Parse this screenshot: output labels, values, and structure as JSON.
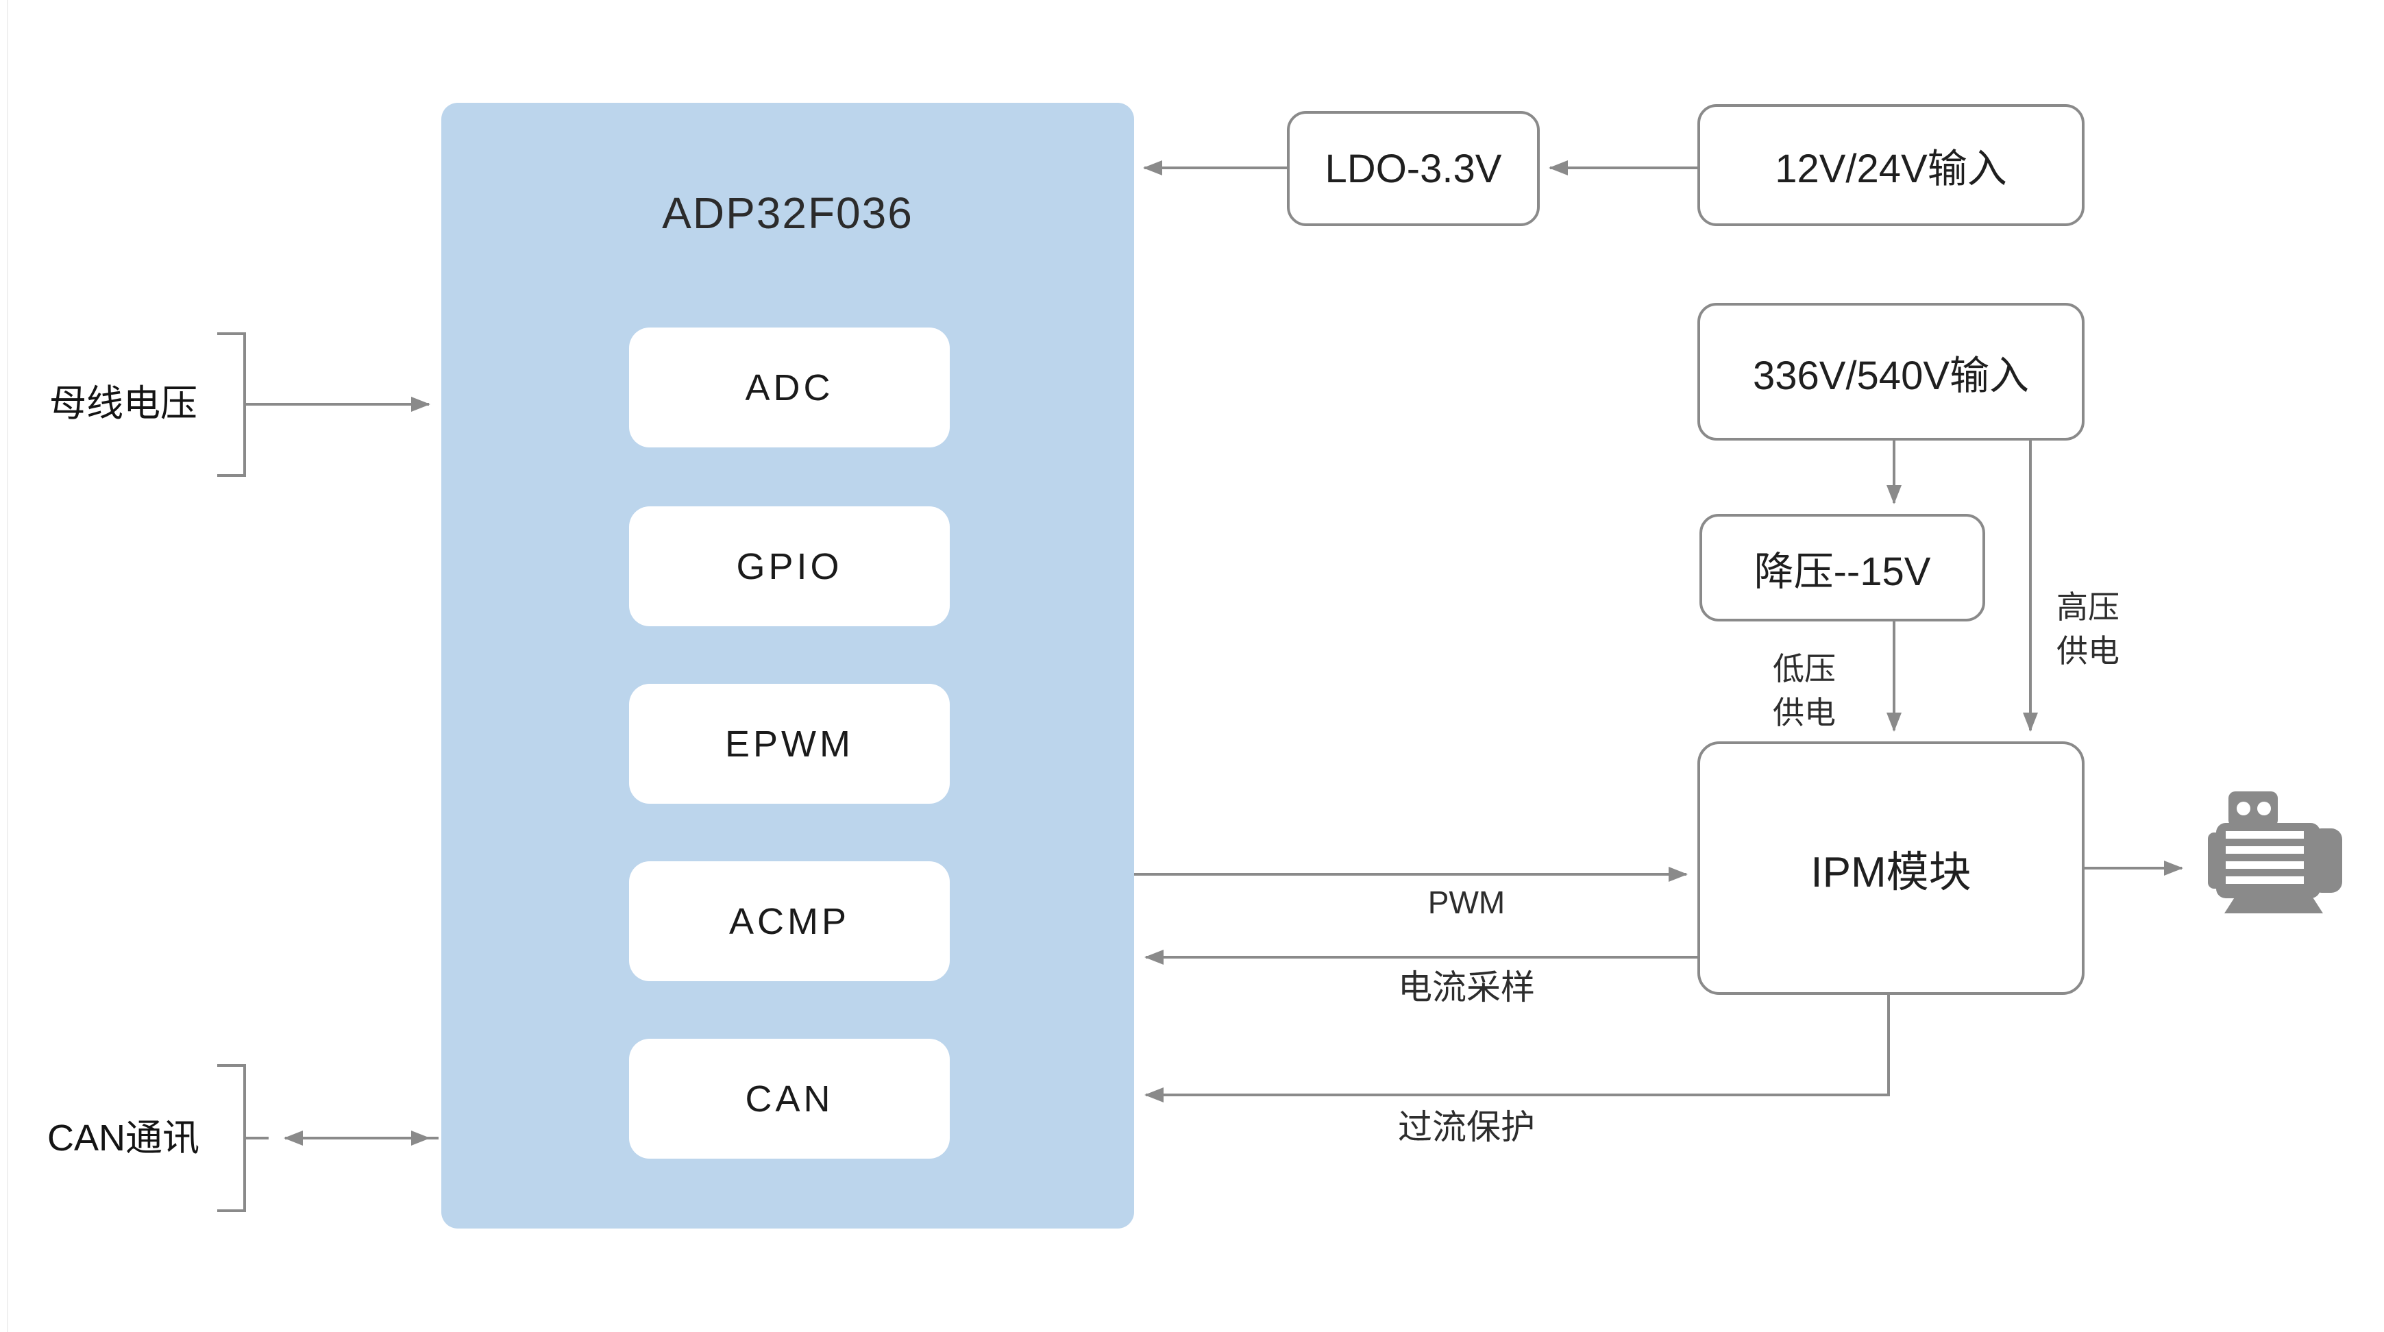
{
  "colors": {
    "mcu_fill": "#BCD5EC",
    "line_gray": "#8A8A8A",
    "text_dark": "#1F1F1F",
    "motor_gray": "#8A8A8A"
  },
  "mcu": {
    "title": "ADP32F036",
    "peripherals": [
      "ADC",
      "GPIO",
      "EPWM",
      "ACMP",
      "CAN"
    ]
  },
  "left": {
    "bus_voltage": "母线电压",
    "can_comm": "CAN通讯"
  },
  "top": {
    "ldo": "LDO-3.3V",
    "vin_low": "12V/24V输入"
  },
  "right": {
    "vin_high": "336V/540V输入",
    "buck": "降压--15V",
    "low_supply": [
      "低压",
      "供电"
    ],
    "high_supply": [
      "高压",
      "供电"
    ],
    "ipm": "IPM模块"
  },
  "signals": {
    "pwm": "PWM",
    "current_sample": "电流采样",
    "overcurrent": "过流保护"
  },
  "icons": {
    "motor": "motor-icon"
  }
}
